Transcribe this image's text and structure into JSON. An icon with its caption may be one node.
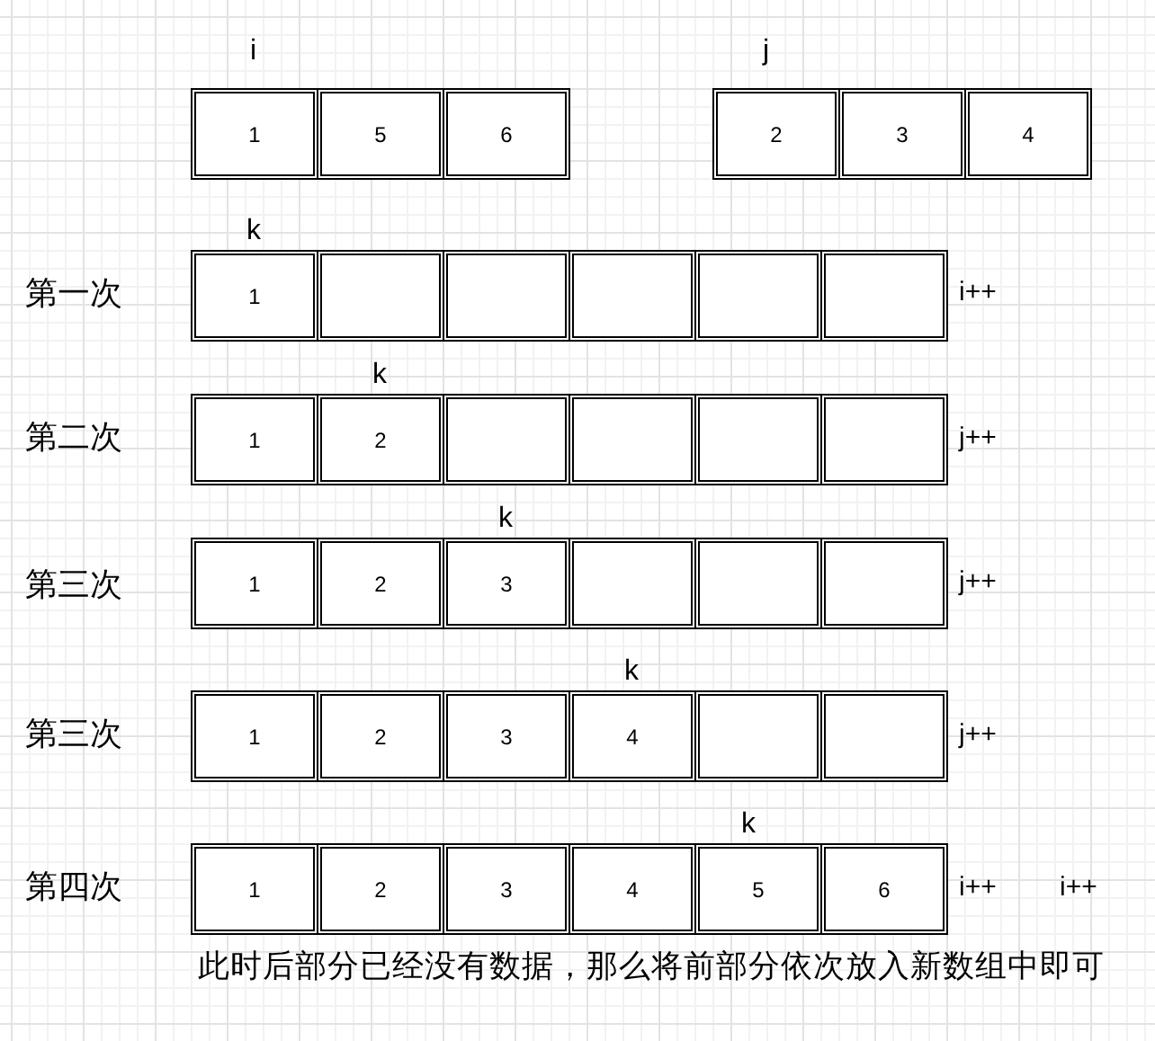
{
  "diagram": {
    "nodes": [
      {
        "text": [
          "1"
        ]
      },
      {
        "text": [
          "5"
        ]
      },
      {
        "text": [
          "6"
        ]
      },
      {
        "text": [
          "2"
        ]
      },
      {
        "text": [
          "3"
        ]
      },
      {
        "text": [
          "4"
        ]
      },
      {
        "text": [
          "1"
        ]
      },
      {
        "text": [],
        "shape": "box"
      },
      {
        "text": [],
        "shape": "box"
      },
      {
        "text": [],
        "shape": "box"
      },
      {
        "text": [],
        "shape": "box"
      },
      {
        "text": [],
        "shape": "box"
      },
      {
        "text": [
          "1"
        ]
      },
      {
        "text": [
          "2"
        ]
      },
      {
        "text": [],
        "shape": "box"
      },
      {
        "text": [],
        "shape": "box"
      },
      {
        "text": [],
        "shape": "box"
      },
      {
        "text": [],
        "shape": "box"
      },
      {
        "text": [
          "1"
        ]
      },
      {
        "text": [
          "2"
        ]
      },
      {
        "text": [
          "3"
        ]
      },
      {
        "text": [],
        "shape": "box"
      },
      {
        "text": [],
        "shape": "box"
      },
      {
        "text": [],
        "shape": "box"
      },
      {
        "text": [
          "1"
        ]
      },
      {
        "text": [
          "2"
        ]
      },
      {
        "text": [
          "3"
        ]
      },
      {
        "text": [
          "4"
        ]
      },
      {
        "text": [],
        "shape": "box"
      },
      {
        "text": [],
        "shape": "box"
      },
      {
        "text": [
          "1"
        ]
      },
      {
        "text": [
          "2"
        ]
      },
      {
        "text": [
          "3"
        ]
      },
      {
        "text": [
          "4"
        ]
      },
      {
        "text": [
          "5"
        ]
      },
      {
        "text": [
          "6"
        ]
      }
    ],
    "labels": [
      "i",
      "j",
      "k",
      "第一次",
      "i++",
      "k",
      "第二次",
      "j++",
      "k",
      "第三次",
      "j++",
      "k",
      "第三次",
      "j++",
      "k",
      "第四次",
      "i++",
      "i++"
    ],
    "caption": "此时后部分已经没有数据，那么将前部分依次放入新数组中即可"
  }
}
